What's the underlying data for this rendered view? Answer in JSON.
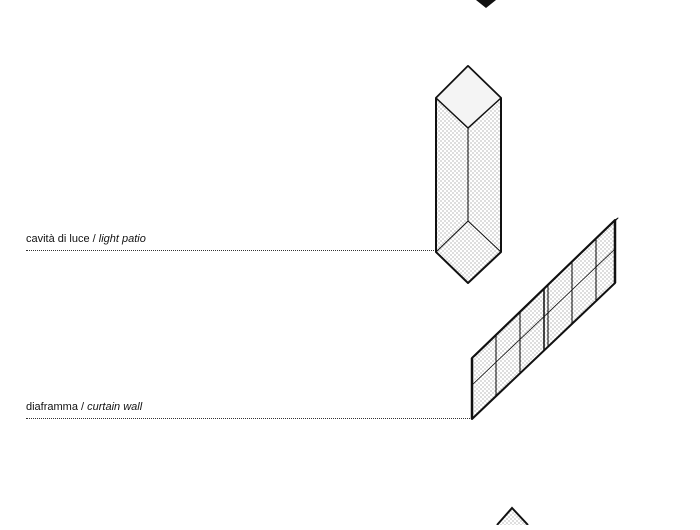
{
  "annotations": {
    "light_patio": {
      "it": "cavità di luce",
      "sep": " / ",
      "en": "light patio"
    },
    "curtain_wall": {
      "it": "diaframma",
      "sep": " / ",
      "en": "curtain wall"
    }
  },
  "colors": {
    "ink": "#111111",
    "fill": "#e4e4e4",
    "background": "#ffffff"
  }
}
